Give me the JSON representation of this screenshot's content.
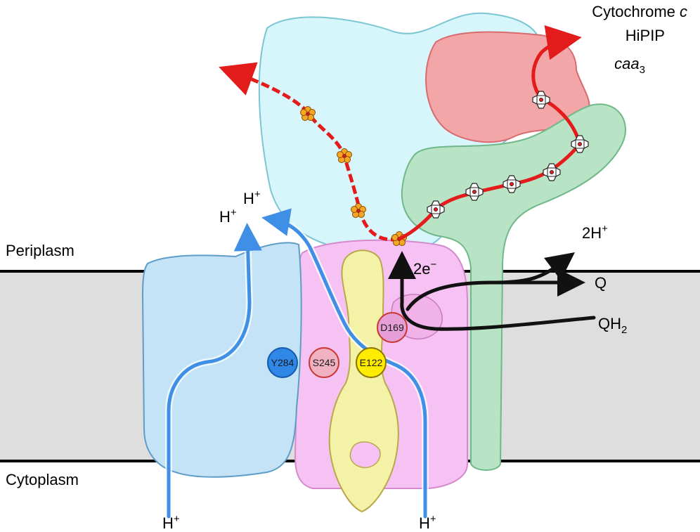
{
  "compartments": {
    "top": "Periplasm",
    "bottom": "Cytoplasm"
  },
  "acceptors": {
    "line1_prefix": "Cytochrome ",
    "line1_italic": "c",
    "line2": "HiPIP",
    "line3_italic": "caa",
    "line3_sub": "3"
  },
  "labels": {
    "electrons": "2e",
    "electrons_sup": "−",
    "protons_out": "2H",
    "protons_out_sup": "+",
    "quinone": "Q",
    "quinol": "QH",
    "quinol_sub": "2",
    "h_plus": "H",
    "h_plus_sup": "+"
  },
  "residues": {
    "y284": "Y284",
    "s245": "S245",
    "e122": "E122",
    "d169": "D169"
  },
  "colors": {
    "membrane": "#dedede",
    "cyan_subunit": "#d6f6fb",
    "red_subunit": "#f3a6a8",
    "green_subunit": "#b9e3c5",
    "magenta_subunit": "#f6c2f3",
    "yellow_subunit": "#f4f2a6",
    "blue_subunit": "#c4e3f6",
    "proton_path": "#3f8fe6",
    "electron_path": "#e31b1b",
    "tyr": "#2f87e8",
    "ser": "#f0b2c2",
    "glu": "#ffec00",
    "asp": "#e59ed6"
  }
}
